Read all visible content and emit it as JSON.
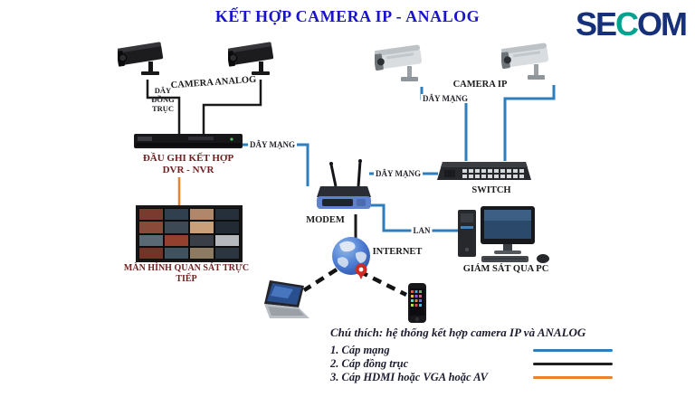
{
  "title": "KẾT HỢP CAMERA IP - ANALOG",
  "logo": {
    "part1": "SE",
    "part2": "C",
    "part3": "OM"
  },
  "labels": {
    "camera_analog": "CAMERA ANALOG",
    "coax_line1": "DÂY",
    "coax_line2": "ĐỒNG",
    "coax_line3": "TRỤC",
    "dvr_line1": "ĐẦU GHI KẾT HỢP",
    "dvr_line2": "DVR - NVR",
    "camera_ip": "CAMERA IP",
    "day_mang": "DÂY MẠNG",
    "switch": "SWITCH",
    "modem": "MODEM",
    "internet": "INTERNET",
    "lan": "LAN",
    "pc": "GIÁM SÁT QUA PC",
    "monitor_line1": "MÀN HÌNH QUAN SÁT TRỰC",
    "monitor_line2": "TIẾP"
  },
  "legend": {
    "title": "Chú thích: hệ thống kết hợp camera IP và ANALOG",
    "items": [
      {
        "label": "1. Cáp mạng",
        "color": "#2e7ebd"
      },
      {
        "label": "2. Cáp đồng trục",
        "color": "#1f1f1f"
      },
      {
        "label": "3. Cáp HDMI hoặc VGA hoặc AV",
        "color": "#e8822e"
      }
    ]
  },
  "colors": {
    "network_cable": "#2e7ebd",
    "coax_cable": "#1a1a1a",
    "video_cable": "#e8822e",
    "title_blue": "#1913cd",
    "logo_navy": "#16307a",
    "logo_teal": "#00a390"
  }
}
